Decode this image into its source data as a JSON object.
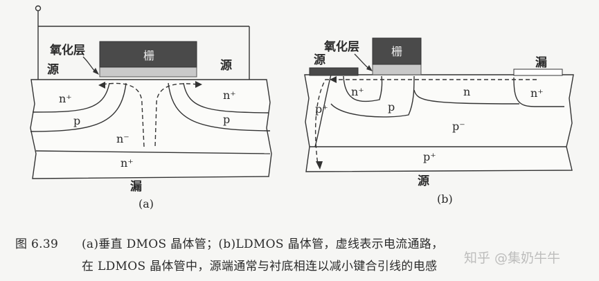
{
  "figure_a": {
    "oxide_label": "氧化层",
    "gate_label": "栅",
    "source_left": "源",
    "source_right": "源",
    "n_plus_left": "n⁺",
    "n_plus_right": "n⁺",
    "p_left": "p",
    "p_right": "p",
    "n_minus": "n⁻",
    "n_plus_bottom": "n⁺",
    "drain_label": "漏",
    "sub_label": "(a)"
  },
  "figure_b": {
    "oxide_label": "氧化层",
    "gate_label": "栅",
    "source_label": "源",
    "drain_label": "漏",
    "n_plus_left": "n⁺",
    "n_mid": "n",
    "n_plus_right": "n⁺",
    "p_plus_left": "p⁺",
    "p_mid": "p",
    "p_minus": "p⁻",
    "p_plus_bottom": "p⁺",
    "source_bottom": "源",
    "sub_label": "(b)"
  },
  "caption": {
    "number": "图 6.39",
    "line1": "(a)垂直 DMOS 晶体管；(b)LDMOS 晶体管，虚线表示电流通路，",
    "line2": "在 LDMOS 晶体管中，源端通常与衬底相连以减小键合引线的电感"
  },
  "watermark": "知乎 @集奶牛牛",
  "colors": {
    "gate": "#4a4a4a",
    "oxide": "#c9c9c9",
    "line": "#333333"
  }
}
